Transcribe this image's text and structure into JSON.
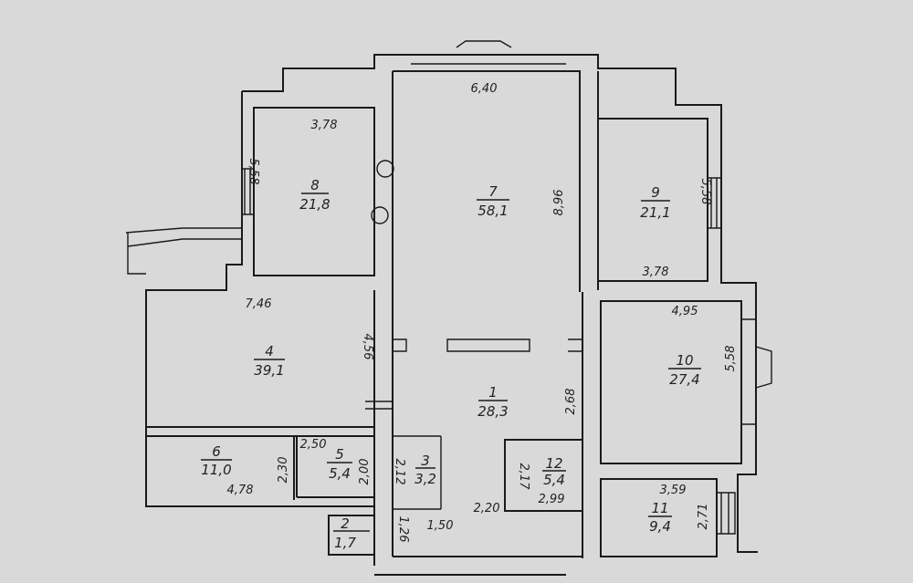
{
  "rooms": [
    {
      "number": "8",
      "area": "21,8"
    },
    {
      "number": "7",
      "area": "58,1"
    },
    {
      "number": "9",
      "area": "21,1"
    },
    {
      "number": "4",
      "area": "39,1"
    },
    {
      "number": "1",
      "area": "28,3"
    },
    {
      "number": "10",
      "area": "27,4"
    },
    {
      "number": "6",
      "area": "11,0"
    },
    {
      "number": "5",
      "area": "5,4"
    },
    {
      "number": "3",
      "area": "3,2"
    },
    {
      "number": "12",
      "area": "5,4"
    },
    {
      "number": "11",
      "area": "9,4"
    },
    {
      "number": "2",
      "area": "1,7"
    }
  ],
  "dimensions": [
    "6,40",
    "3,78",
    "5,58",
    "8,96",
    "5,58",
    "3,78",
    "7,46",
    "4,56",
    "4,95",
    "5,58",
    "2,68",
    "2,30",
    "4,78",
    "2,50",
    "2,00",
    "2,12",
    "2,17",
    "2,99",
    "2,20",
    "3,59",
    "2,71",
    "1,26",
    "1,50"
  ]
}
